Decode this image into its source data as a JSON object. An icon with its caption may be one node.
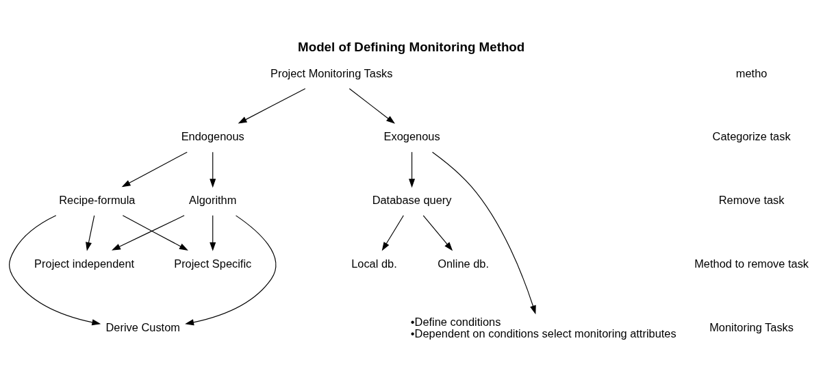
{
  "diagram": {
    "title": "Model of Defining Monitoring Method",
    "nodes": [
      {
        "text": [
          "Project Monitoring Tasks"
        ]
      },
      {
        "text": [
          "Endogenous"
        ]
      },
      {
        "text": [
          "Exogenous"
        ]
      },
      {
        "text": [
          "Algorithm"
        ]
      },
      {
        "text": [
          "Recipe-formula"
        ]
      },
      {
        "text": [
          "Database query"
        ]
      },
      {
        "text": [
          "Project Specific"
        ]
      },
      {
        "text": [
          "Project independent"
        ]
      },
      {
        "text": [
          "Online db."
        ]
      },
      {
        "text": [
          "Local db."
        ]
      },
      {
        "text": [
          "Derive Custom"
        ]
      },
      {
        "text": [
          "•Define conditions",
          "•Dependent on conditions select monitoring attributes"
        ]
      }
    ],
    "edges": [
      {
        "from": 0,
        "to": 1,
        "arrow": "to"
      },
      {
        "from": 0,
        "to": 2,
        "arrow": "to"
      },
      {
        "from": 1,
        "to": 3,
        "arrow": "to"
      },
      {
        "from": 1,
        "to": 4,
        "arrow": "to"
      },
      {
        "from": 2,
        "to": 5,
        "arrow": "to"
      },
      {
        "from": 2,
        "to": 11,
        "arrow": "to"
      },
      {
        "from": 3,
        "to": 6,
        "arrow": "to"
      },
      {
        "from": 3,
        "to": 7,
        "arrow": "to"
      },
      {
        "from": 3,
        "to": 10,
        "arrow": "to"
      },
      {
        "from": 4,
        "to": 6,
        "arrow": "to"
      },
      {
        "from": 4,
        "to": 7,
        "arrow": "to"
      },
      {
        "from": 4,
        "to": 10,
        "arrow": "to"
      },
      {
        "from": 5,
        "to": 8,
        "arrow": "to"
      },
      {
        "from": 5,
        "to": 9,
        "arrow": "to"
      }
    ],
    "labels": [
      "metho",
      "Categorize task",
      "Remove task",
      "Method to remove task",
      "Monitoring Tasks"
    ]
  }
}
